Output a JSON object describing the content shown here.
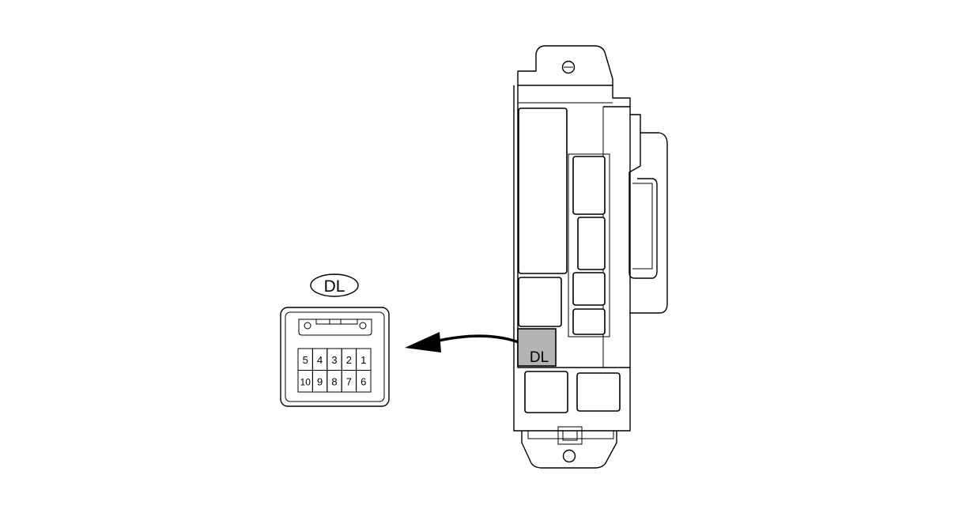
{
  "connector": {
    "label": "DL",
    "pins_top": [
      "5",
      "4",
      "3",
      "2",
      "1"
    ],
    "pins_bottom": [
      "10",
      "9",
      "8",
      "7",
      "6"
    ]
  },
  "junction_block": {
    "highlight_label": "DL",
    "highlight_color": "#b4b4b4"
  }
}
